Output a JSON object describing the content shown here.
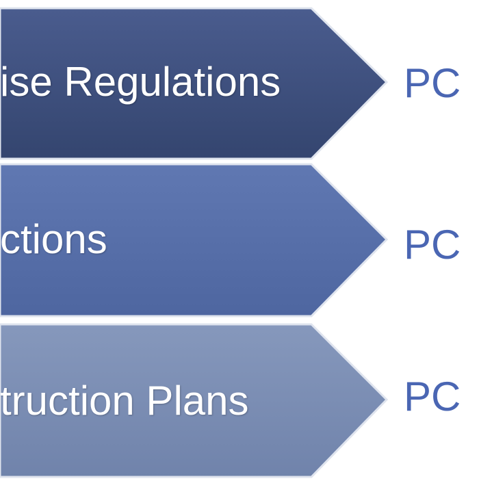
{
  "colors": {
    "row1_fill": "#3d4f80",
    "row2_fill": "#5770a9",
    "row3_fill": "#7c8fb4",
    "pc_text": "#4a66b3"
  },
  "rows": [
    {
      "label": "ise Regulations",
      "side_label": "PC"
    },
    {
      "label": "ctions",
      "side_label": "PC"
    },
    {
      "label": "truction Plans",
      "side_label": "PC"
    }
  ]
}
